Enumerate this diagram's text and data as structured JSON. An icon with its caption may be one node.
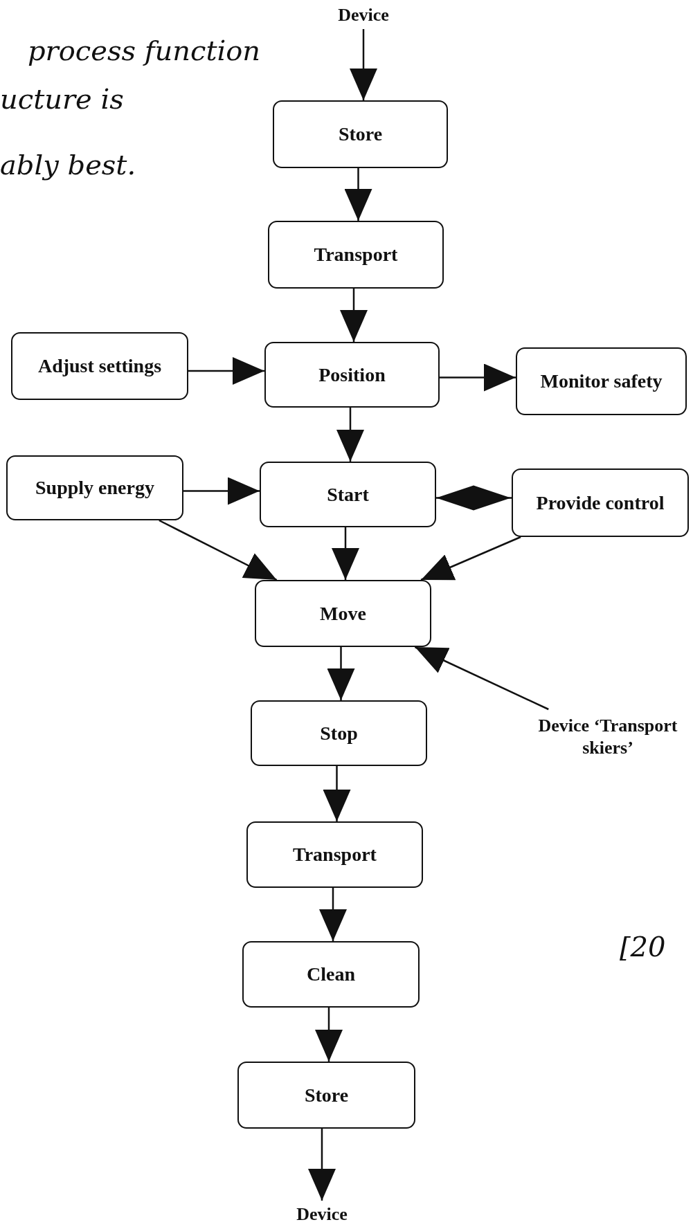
{
  "diagram": {
    "nodes": [
      {
        "text": [
          "Device"
        ]
      },
      {
        "text": [
          "Store"
        ]
      },
      {
        "text": [
          "Transport"
        ]
      },
      {
        "text": [
          "Adjust settings"
        ]
      },
      {
        "text": [
          "Position"
        ]
      },
      {
        "text": [
          "Monitor safety"
        ]
      },
      {
        "text": [
          "Supply energy"
        ]
      },
      {
        "text": [
          "Start"
        ]
      },
      {
        "text": [
          "Provide control"
        ]
      },
      {
        "text": [
          "Move"
        ]
      },
      {
        "text": [
          "Device ‘Transport skiers’"
        ]
      },
      {
        "text": [
          "Stop"
        ]
      },
      {
        "text": [
          "Transport"
        ]
      },
      {
        "text": [
          "Clean"
        ]
      },
      {
        "text": [
          "Store"
        ]
      },
      {
        "text": [
          "Device"
        ]
      }
    ],
    "edges": [
      {
        "from": 0,
        "to": 1,
        "arrow": "to"
      },
      {
        "from": 1,
        "to": 2,
        "arrow": "to"
      },
      {
        "from": 2,
        "to": 4,
        "arrow": "to"
      },
      {
        "from": 3,
        "to": 4,
        "arrow": "to"
      },
      {
        "from": 4,
        "to": 5,
        "arrow": "to"
      },
      {
        "from": 4,
        "to": 7,
        "arrow": "to"
      },
      {
        "from": 6,
        "to": 7,
        "arrow": "to"
      },
      {
        "from": 7,
        "to": 8,
        "arrow": "other"
      },
      {
        "from": 7,
        "to": 9,
        "arrow": "to"
      },
      {
        "from": 6,
        "to": 9,
        "arrow": "to"
      },
      {
        "from": 8,
        "to": 9,
        "arrow": "to"
      },
      {
        "from": 10,
        "to": 9,
        "arrow": "to"
      },
      {
        "from": 9,
        "to": 11,
        "arrow": "to"
      },
      {
        "from": 11,
        "to": 12,
        "arrow": "to"
      },
      {
        "from": 12,
        "to": 13,
        "arrow": "to"
      },
      {
        "from": 13,
        "to": 14,
        "arrow": "to"
      },
      {
        "from": 14,
        "to": 15,
        "arrow": "to"
      }
    ],
    "labels": [
      "process function",
      "ucture is",
      "ably best.",
      "[20"
    ]
  }
}
